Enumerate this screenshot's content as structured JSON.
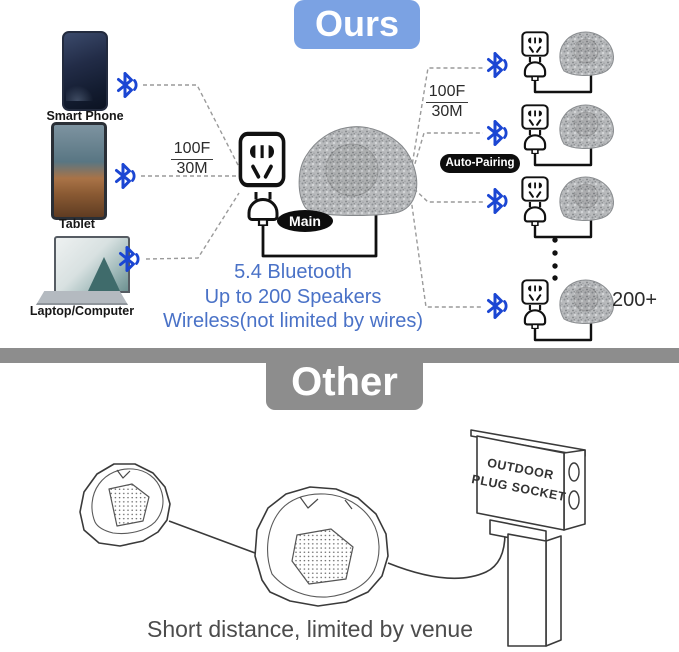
{
  "ours": {
    "title": "Ours",
    "devices": [
      {
        "label": "Smart Phone"
      },
      {
        "label": "Tablet"
      },
      {
        "label": "Laptop/Computer"
      }
    ],
    "range": {
      "feet": "100F",
      "meters": "30M"
    },
    "main_label": "Main",
    "auto_pairing_label": "Auto-Pairing",
    "speaker_count": "200+",
    "features": [
      "5.4 Bluetooth",
      "Up to 200 Speakers",
      "Wireless(not limited by wires)"
    ]
  },
  "other": {
    "title": "Other",
    "socket_line1": "OUTDOOR",
    "socket_line2": "PLUG SOCKET",
    "caption": "Short distance, limited by venue"
  },
  "icons": {
    "bluetooth": "bluetooth-icon",
    "socket": "power-socket-icon",
    "plug": "power-plug-icon",
    "ellipsis": "more-speakers-dots"
  },
  "colors": {
    "banner_blue": "#7ba2e3",
    "bluetooth_blue": "#1b46d3",
    "feature_text_blue": "#4a72c7",
    "divider_gray": "#8d8d8d",
    "outline_black": "#111111",
    "rock_gray": "#b8babc"
  }
}
